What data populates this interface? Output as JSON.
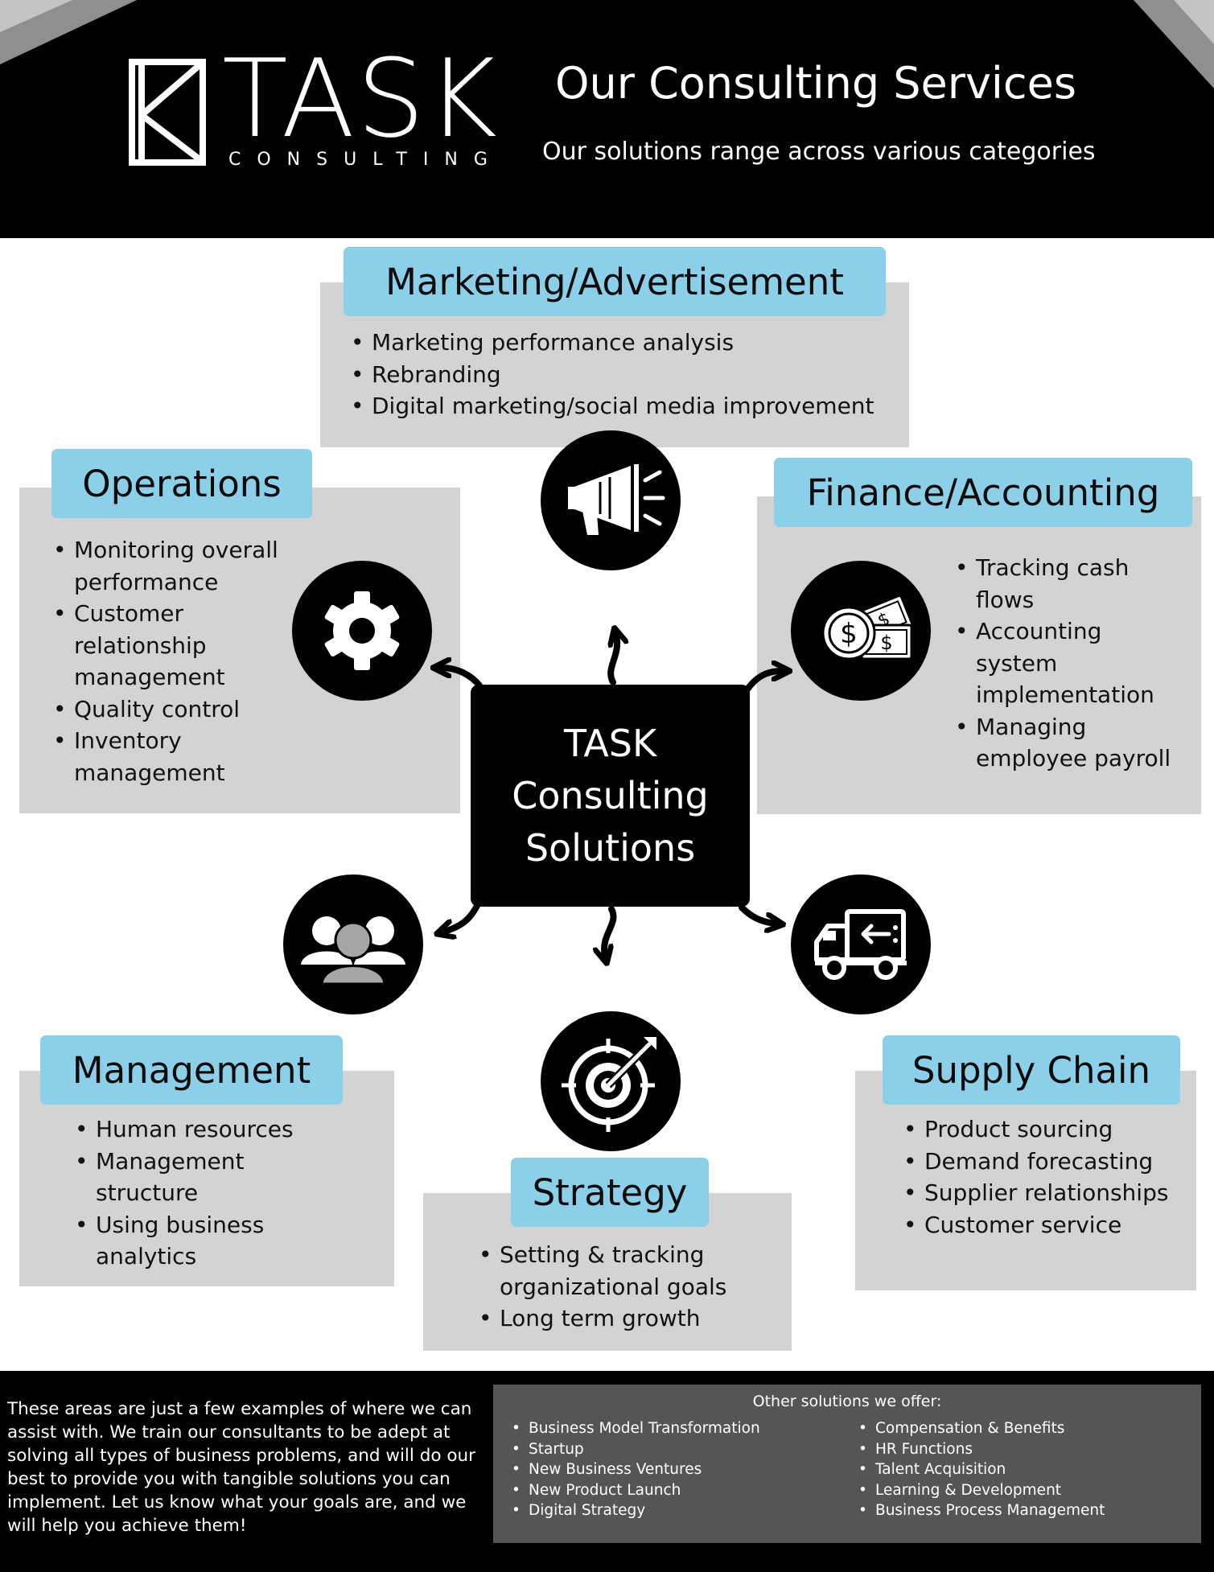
{
  "header": {
    "logo_word": "TASK",
    "logo_sub": "CONSULTING",
    "title": "Our Consulting Services",
    "subtitle": "Our solutions range across various categories"
  },
  "center": {
    "lines": [
      "TASK",
      "Consulting",
      "Solutions"
    ]
  },
  "categories": {
    "marketing": {
      "title": "Marketing/Advertisement",
      "icon": "megaphone-icon",
      "items": [
        "Marketing performance analysis",
        "Rebranding",
        "Digital marketing/social media improvement"
      ]
    },
    "operations": {
      "title": "Operations",
      "icon": "gear-icon",
      "items": [
        "Monitoring overall performance",
        "Customer relationship management",
        "Quality control",
        "Inventory management"
      ]
    },
    "finance": {
      "title": "Finance/Accounting",
      "icon": "money-icon",
      "items": [
        "Tracking cash flows",
        "Accounting system implementation",
        "Managing employee payroll"
      ]
    },
    "management": {
      "title": "Management",
      "icon": "people-icon",
      "items": [
        "Human resources",
        "Management structure",
        "Using business analytics"
      ]
    },
    "strategy": {
      "title": "Strategy",
      "icon": "target-icon",
      "items": [
        "Setting & tracking organizational goals",
        "Long term growth"
      ]
    },
    "supply_chain": {
      "title": "Supply Chain",
      "icon": "delivery-truck-icon",
      "items": [
        "Product sourcing",
        "Demand forecasting",
        "Supplier relationships",
        "Customer service"
      ]
    }
  },
  "footer": {
    "text": "These areas are just a few examples of where we can assist with. We train our consultants to be adept at solving all types of business problems, and will do our best to provide you with tangible solutions you can implement. Let us know what your goals are, and we will help you achieve them!",
    "other_title": "Other solutions we offer:",
    "other_left": [
      "Business Model Transformation",
      "Startup",
      "New Business Ventures",
      "New Product Launch",
      "Digital Strategy"
    ],
    "other_right": [
      "Compensation & Benefits",
      "HR Functions",
      "Talent Acquisition",
      "Learning & Development",
      "Business Process Management"
    ]
  },
  "colors": {
    "tag": "#8ccfe8",
    "panel": "#d3d3d3",
    "dark": "#000000",
    "footer_box": "#555555"
  }
}
